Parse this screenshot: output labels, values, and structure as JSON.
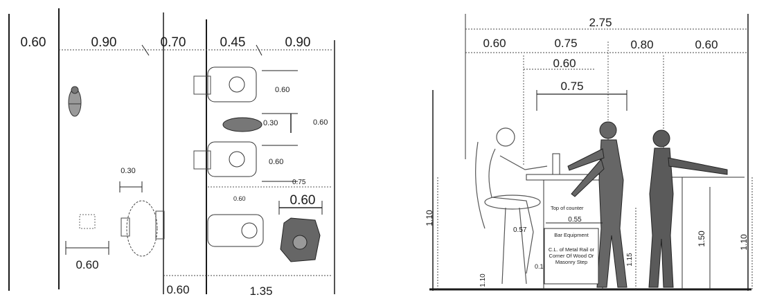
{
  "left_plan": {
    "top_dims": [
      "0.60",
      "0.90",
      "0.70",
      "0.45",
      "0.90"
    ],
    "dim_aisle": "0.30",
    "dim_seat_left": "0.60",
    "bottom_dims": [
      "0.60",
      "1.35"
    ],
    "booth_dims": [
      "0.60",
      "0.30",
      "0.60",
      "0.60",
      "0.75",
      "0.60"
    ],
    "big_dim": "0.60"
  },
  "right_section": {
    "overall": "2.75",
    "row1": [
      "0.60",
      "0.75",
      "0.80",
      "0.60"
    ],
    "row2": "0.60",
    "row3": "0.75",
    "h_left": "1.10",
    "h_right": "1.10",
    "h_back": "1.50",
    "h_bar": "1.15",
    "seat": "0.55",
    "seat2": "0.57",
    "rail_h": "0.10",
    "step_h": "1.10",
    "equip_label": "Bar Equipment",
    "edge_label": "Top of counter",
    "note": "C.L. of Metal Rail or Corner Of Wood Or Masonry Step"
  },
  "colors": {
    "line": "#1a1a1a",
    "fill_dark": "#555555",
    "fill_mid": "#8a8a8a"
  }
}
